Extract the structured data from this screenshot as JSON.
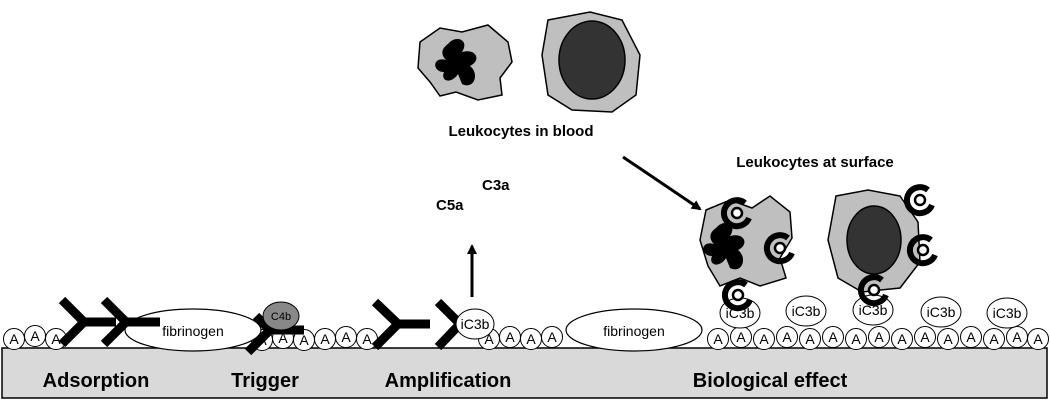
{
  "labels": {
    "leukocytes_in_blood": "Leukocytes in blood",
    "leukocytes_at_surface": "Leukocytes at surface",
    "c3a": "C3a",
    "c5a": "C5a",
    "fibrinogen": "fibrinogen",
    "c4b": "C4b",
    "ic3b": "iC3b",
    "albumin": "A"
  },
  "stages": [
    "Adsorption",
    "Trigger",
    "Amplification",
    "Biological effect"
  ],
  "colors": {
    "surface": "#d9d9d9",
    "cell_body": "#bfbfbf",
    "nucleus": "#333333",
    "c4b_fill": "#888888",
    "outline": "#000000"
  }
}
